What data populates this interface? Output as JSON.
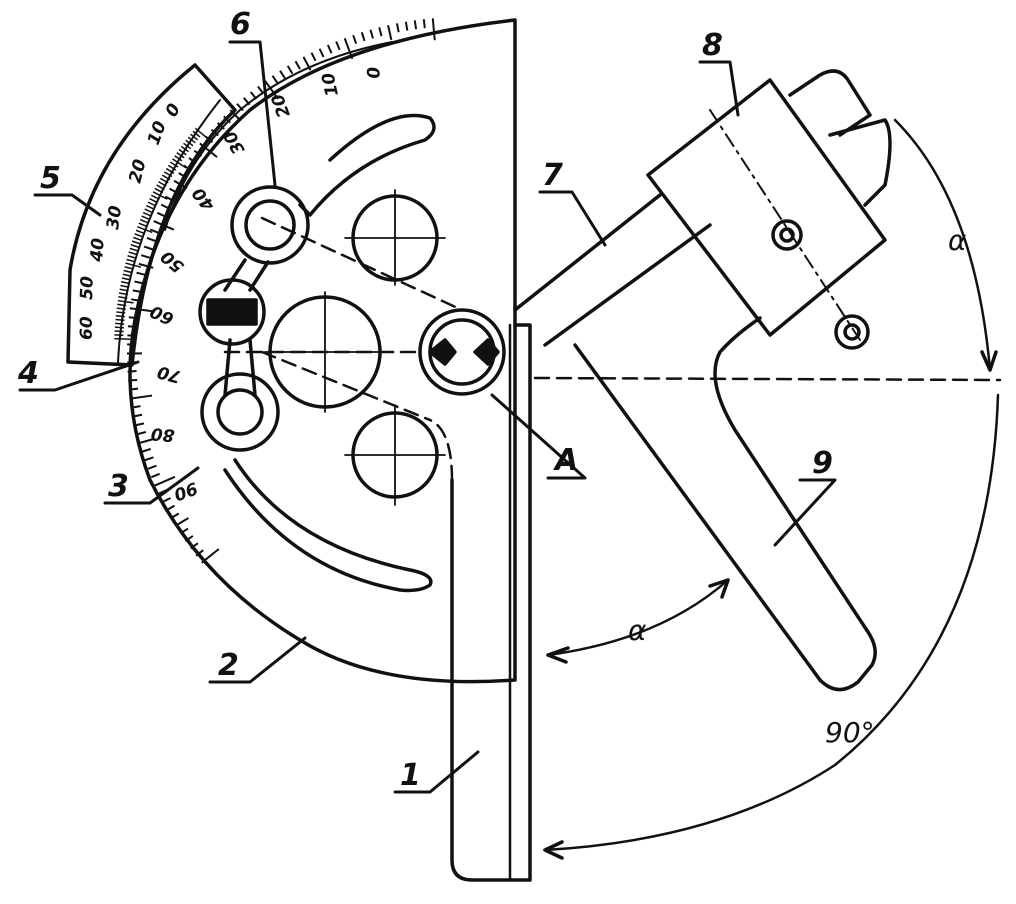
{
  "labels": {
    "part1": "1",
    "part2": "2",
    "part3": "3",
    "part4": "4",
    "part5": "5",
    "part6": "6",
    "part7": "7",
    "part8": "8",
    "part9": "9",
    "pointA": "A"
  },
  "angles": {
    "alpha_upper": "α",
    "alpha_lower": "α",
    "right_angle": "90°"
  },
  "main_scale": [
    "0",
    "10",
    "20",
    "30",
    "40",
    "50",
    "60",
    "70",
    "80",
    "90"
  ],
  "vernier_scale": [
    "0",
    "10",
    "20",
    "30",
    "40",
    "50",
    "60"
  ],
  "colors": {
    "ink": "#111111",
    "paper": "#ffffff"
  }
}
